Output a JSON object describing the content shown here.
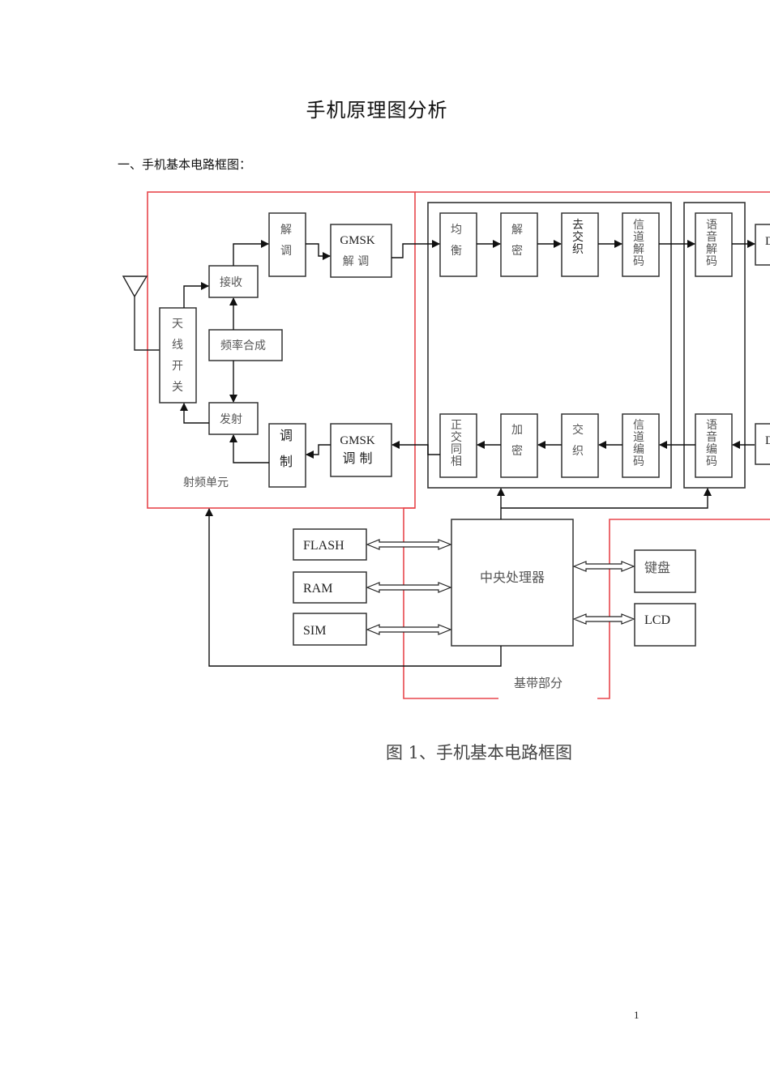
{
  "document": {
    "title": "手机原理图分析",
    "section_heading": "一、手机基本电路框图：",
    "figure_caption": "图 1、手机基本电路框图",
    "page_number": "1"
  },
  "diagram": {
    "rf_unit": {
      "label": "射频单元",
      "antenna_switch": "天线开关",
      "receive": "接收",
      "synthesizer": "频率合成",
      "transmit": "发射",
      "demod": "解调",
      "gmsk_demod": {
        "line1": "GMSK",
        "line2": "解 调"
      },
      "mod": "调制",
      "gmsk_mod": {
        "line1": "GMSK",
        "line2": "调 制"
      }
    },
    "channel_rx": [
      "均衡",
      "解密",
      "去交织",
      "信道解码"
    ],
    "channel_tx": [
      "正交同相",
      "加密",
      "交织",
      "信道编码"
    ],
    "speech_decode": "语音解码",
    "speech_encode": "语音编码",
    "truncated_box_label": "D",
    "baseband": {
      "label": "基带部分",
      "cpu": "中央处理器",
      "memory": [
        "FLASH",
        "RAM",
        "SIM"
      ],
      "peripherals": [
        "键盘",
        "LCD"
      ]
    },
    "colors": {
      "outline_red": "#e8474d",
      "line": "#333333"
    }
  }
}
